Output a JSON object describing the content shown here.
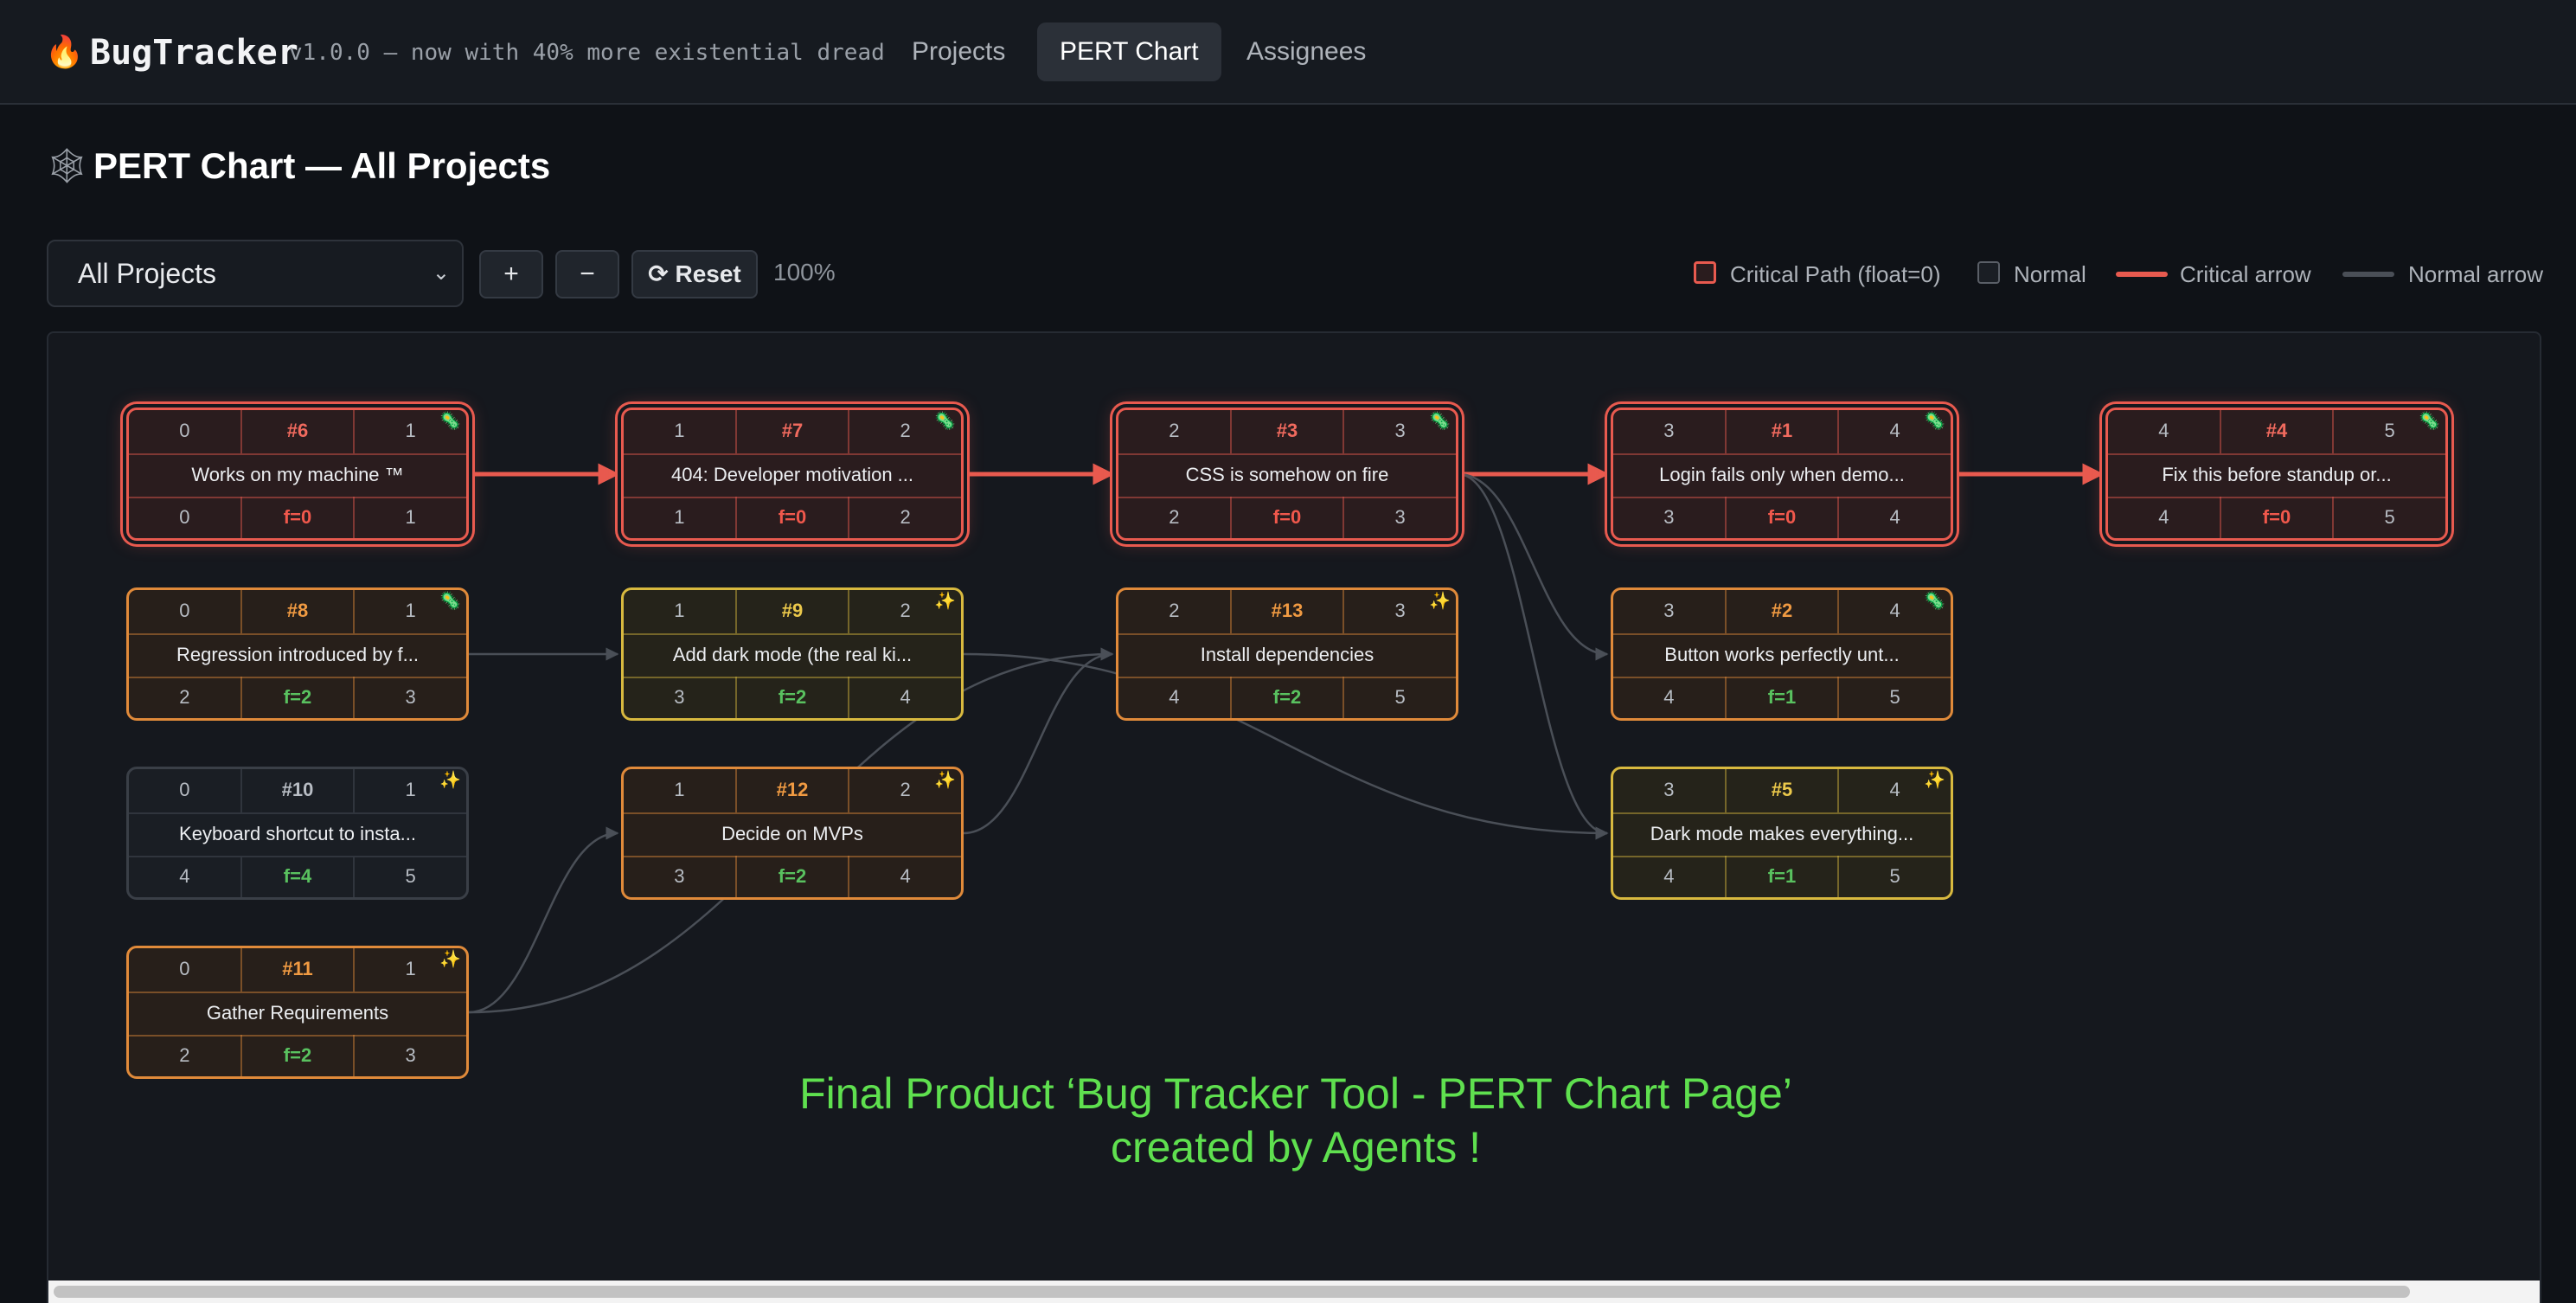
{
  "header": {
    "logo_icon": "🔥",
    "app_name": "BugTracker",
    "tagline": "v1.0.0 — now with 40% more existential dread",
    "tabs": [
      {
        "label": "Projects",
        "active": false
      },
      {
        "label": "PERT Chart",
        "active": true
      },
      {
        "label": "Assignees",
        "active": false
      }
    ]
  },
  "page": {
    "title_icon": "🕸",
    "title": "PERT Chart — All Projects"
  },
  "toolbar": {
    "project_select_value": "All Projects",
    "zoom_in_label": "+",
    "zoom_out_label": "−",
    "reset_label": "⟳ Reset",
    "zoom_level": "100%"
  },
  "legend": {
    "critical_box": "Critical Path (float=0)",
    "normal_box": "Normal",
    "critical_arrow": "Critical arrow",
    "normal_arrow": "Normal arrow",
    "colors": {
      "critical": "#e85a4f",
      "normal": "#4a4f57"
    }
  },
  "nodes": [
    {
      "id": "#6",
      "title": "Works on my machine ™",
      "es": "0",
      "ef": "1",
      "ls": "0",
      "lf": "1",
      "float": "f=0",
      "style": "crit",
      "badge": "🦠",
      "col": 0,
      "row": 0
    },
    {
      "id": "#8",
      "title": "Regression introduced by f...",
      "es": "0",
      "ef": "1",
      "ls": "2",
      "lf": "3",
      "float": "f=2",
      "style": "orange",
      "badge": "🦠",
      "col": 0,
      "row": 1
    },
    {
      "id": "#10",
      "title": "Keyboard shortcut to insta...",
      "es": "0",
      "ef": "1",
      "ls": "4",
      "lf": "5",
      "float": "f=4",
      "style": "gray",
      "badge": "✨",
      "col": 0,
      "row": 2
    },
    {
      "id": "#11",
      "title": "Gather Requirements",
      "es": "0",
      "ef": "1",
      "ls": "2",
      "lf": "3",
      "float": "f=2",
      "style": "orange",
      "badge": "✨",
      "col": 0,
      "row": 3
    },
    {
      "id": "#7",
      "title": "404: Developer motivation ...",
      "es": "1",
      "ef": "2",
      "ls": "1",
      "lf": "2",
      "float": "f=0",
      "style": "crit",
      "badge": "🦠",
      "col": 1,
      "row": 0
    },
    {
      "id": "#9",
      "title": "Add dark mode (the real ki...",
      "es": "1",
      "ef": "2",
      "ls": "3",
      "lf": "4",
      "float": "f=2",
      "style": "yellow",
      "badge": "✨",
      "col": 1,
      "row": 1
    },
    {
      "id": "#12",
      "title": "Decide on MVPs",
      "es": "1",
      "ef": "2",
      "ls": "3",
      "lf": "4",
      "float": "f=2",
      "style": "orange",
      "badge": "✨",
      "col": 1,
      "row": 2
    },
    {
      "id": "#3",
      "title": "CSS is somehow on fire",
      "es": "2",
      "ef": "3",
      "ls": "2",
      "lf": "3",
      "float": "f=0",
      "style": "crit",
      "badge": "🦠",
      "col": 2,
      "row": 0
    },
    {
      "id": "#13",
      "title": "Install dependencies",
      "es": "2",
      "ef": "3",
      "ls": "4",
      "lf": "5",
      "float": "f=2",
      "style": "orange",
      "badge": "✨",
      "col": 2,
      "row": 1
    },
    {
      "id": "#1",
      "title": "Login fails only when demo...",
      "es": "3",
      "ef": "4",
      "ls": "3",
      "lf": "4",
      "float": "f=0",
      "style": "crit",
      "badge": "🦠",
      "col": 3,
      "row": 0
    },
    {
      "id": "#2",
      "title": "Button works perfectly unt...",
      "es": "3",
      "ef": "4",
      "ls": "4",
      "lf": "5",
      "float": "f=1",
      "style": "orange",
      "badge": "🦠",
      "col": 3,
      "row": 1
    },
    {
      "id": "#5",
      "title": "Dark mode makes everything...",
      "es": "3",
      "ef": "4",
      "ls": "4",
      "lf": "5",
      "float": "f=1",
      "style": "yellow",
      "badge": "✨",
      "col": 3,
      "row": 2
    },
    {
      "id": "#4",
      "title": "Fix this before standup or...",
      "es": "4",
      "ef": "5",
      "ls": "4",
      "lf": "5",
      "float": "f=0",
      "style": "crit",
      "badge": "🦠",
      "col": 4,
      "row": 0
    }
  ],
  "edges": [
    {
      "from": "#6",
      "to": "#7",
      "critical": true
    },
    {
      "from": "#7",
      "to": "#3",
      "critical": true
    },
    {
      "from": "#3",
      "to": "#1",
      "critical": true
    },
    {
      "from": "#1",
      "to": "#4",
      "critical": true
    },
    {
      "from": "#8",
      "to": "#9",
      "critical": false
    },
    {
      "from": "#11",
      "to": "#12",
      "critical": false
    },
    {
      "from": "#11",
      "to": "#13",
      "critical": false
    },
    {
      "from": "#12",
      "to": "#13",
      "critical": false
    },
    {
      "from": "#9",
      "to": "#5",
      "critical": false
    },
    {
      "from": "#3",
      "to": "#2",
      "critical": false
    },
    {
      "from": "#3",
      "to": "#5",
      "critical": false
    }
  ],
  "overlay": {
    "line1": "Final Product ‘Bug Tracker Tool - PERT Chart Page’",
    "line2": "created by Agents !"
  }
}
